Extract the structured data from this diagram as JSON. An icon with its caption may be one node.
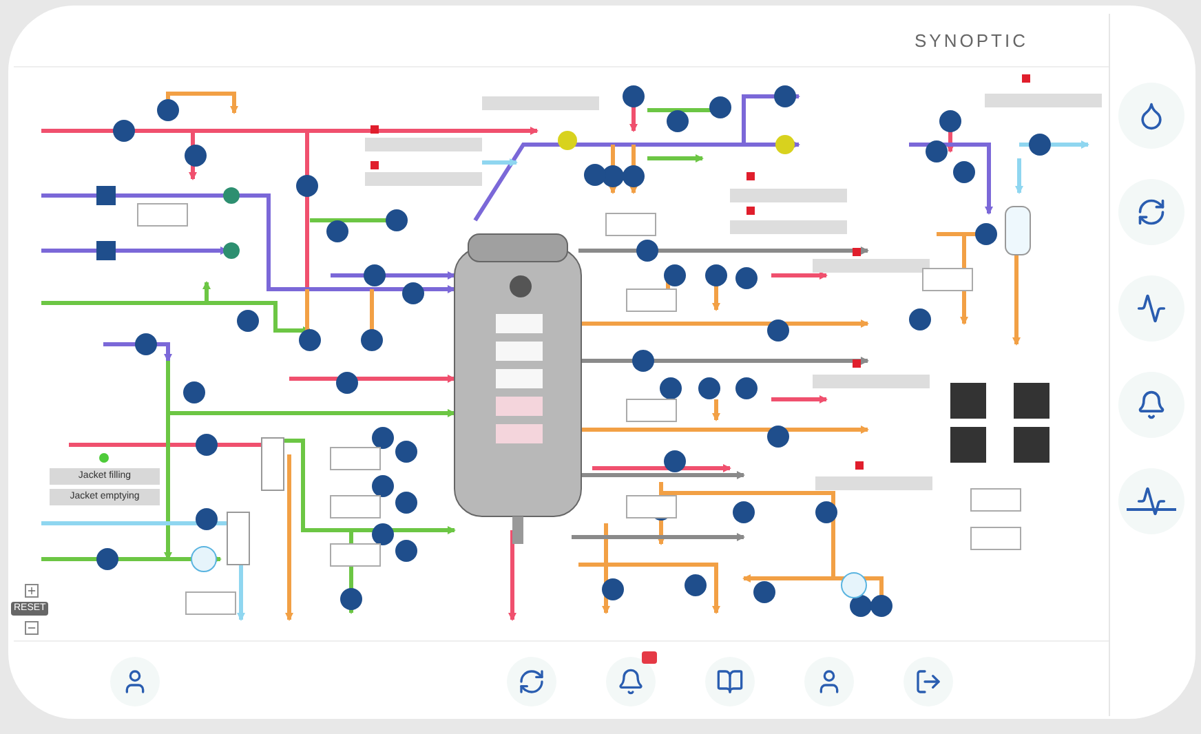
{
  "diagram": {
    "title": "SYNOPTIC",
    "labels": [
      "Jacket filling",
      "Jacket emptying",
      "RESET"
    ]
  }
}
